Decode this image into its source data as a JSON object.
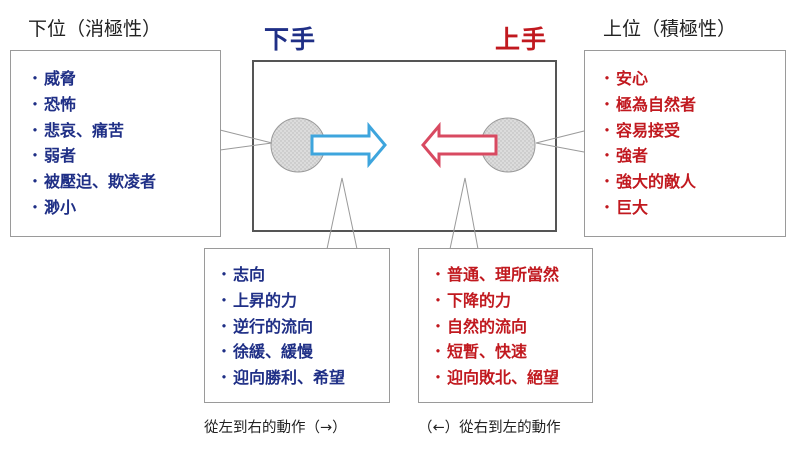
{
  "left_heading": "下位（消極性）",
  "right_heading": "上位（積極性）",
  "left_title": "下手",
  "right_title": "上手",
  "colors": {
    "blue": "#1f2f86",
    "red": "#c1191f",
    "arrow_blue": "#3ea5dd",
    "arrow_red": "#d84a61"
  },
  "left_box": {
    "items": [
      "威脅",
      "恐怖",
      "悲哀、痛苦",
      "弱者",
      "被壓迫、欺凌者",
      "渺小"
    ]
  },
  "right_box": {
    "items": [
      "安心",
      "極為自然者",
      "容易接受",
      "強者",
      "強大的敵人",
      "巨大"
    ]
  },
  "bottom_left_box": {
    "items": [
      "志向",
      "上昇的力",
      "逆行的流向",
      "徐緩、緩慢",
      "迎向勝利、希望"
    ]
  },
  "bottom_right_box": {
    "items": [
      "普通、理所當然",
      "下降的力",
      "自然的流向",
      "短暫、快速",
      "迎向敗北、絕望"
    ]
  },
  "captions": {
    "left": "從左到右的動作（→）",
    "right": "（←）從右到左的動作"
  }
}
